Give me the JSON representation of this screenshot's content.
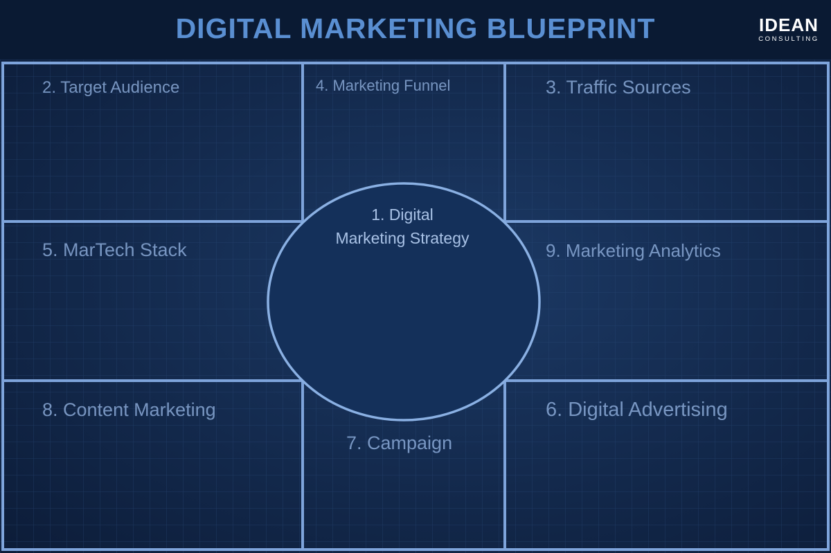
{
  "header": {
    "title": "DIGITAL MARKETING BLUEPRINT",
    "logo": {
      "word": "IDEAN",
      "subtitle": "CONSULTING"
    }
  },
  "diagram": {
    "center": {
      "line1": "1. Digital",
      "line2": "Marketing Strategy"
    },
    "boxes": {
      "target_audience": "2. Target Audience",
      "marketing_funnel": "4. Marketing Funnel",
      "traffic_sources": "3. Traffic Sources",
      "martech_stack": "5. MarTech Stack",
      "marketing_analytics": "9. Marketing Analytics",
      "content_marketing": "8. Content Marketing",
      "campaign": "7. Campaign",
      "digital_advertising": "6. Digital Advertising"
    }
  },
  "colors": {
    "background": "#13294c",
    "header_background": "#0a1a33",
    "title": "#5a8fd2",
    "lines": "#7ea4db",
    "grid": "#2a4a7a",
    "logo": "#ffffff"
  }
}
